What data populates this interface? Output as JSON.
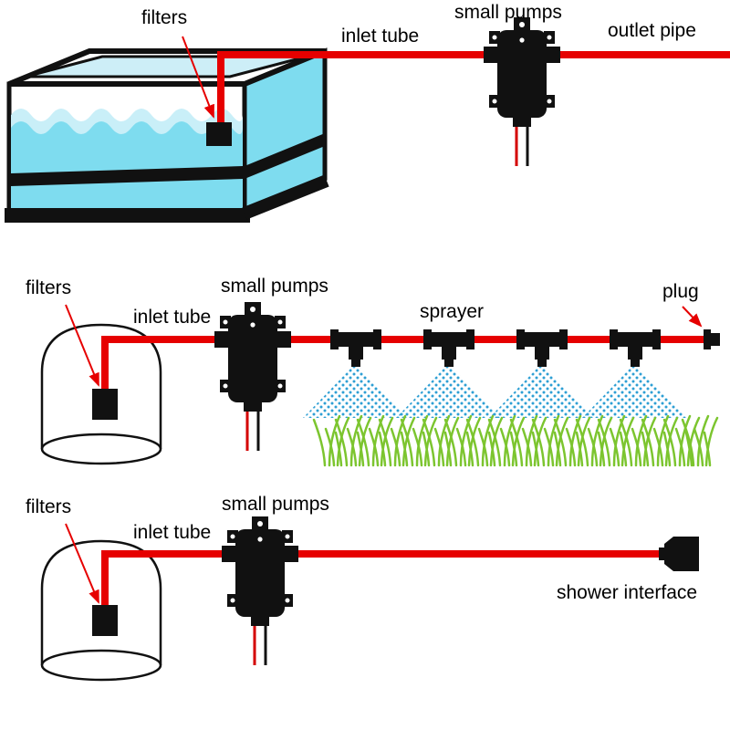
{
  "diagram": {
    "kind": "water-pump-plumbing-diagram",
    "colors": {
      "pipe_red": "#e60000",
      "water_cyan": "#7edcef",
      "water_light": "#c9eff8",
      "spray_blue": "#2e9fd4",
      "grass_green": "#7cc52f",
      "device_black": "#111111"
    },
    "sections": [
      {
        "id": "aquarium-loop",
        "labels": {
          "filters": "filters",
          "inlet_tube": "inlet tube",
          "small_pumps": "small pumps",
          "outlet_pipe": "outlet pipe"
        }
      },
      {
        "id": "sprayer-line",
        "labels": {
          "filters": "filters",
          "inlet_tube": "inlet tube",
          "small_pumps": "small pumps",
          "sprayer": "sprayer",
          "plug": "plug"
        }
      },
      {
        "id": "shower-line",
        "labels": {
          "filters": "filters",
          "inlet_tube": "inlet tube",
          "small_pumps": "small pumps",
          "shower_interface": "shower interface"
        }
      }
    ]
  }
}
